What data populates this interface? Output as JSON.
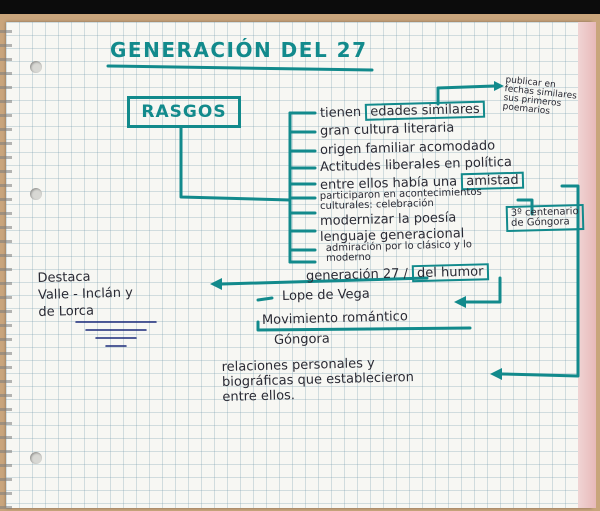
{
  "title": "GENERACIÓN DEL 27",
  "rasgos_label": "RASGOS",
  "features": [
    {
      "text": "tienen",
      "boxed": "edades similares"
    },
    {
      "text": "gran cultura literaria"
    },
    {
      "text": "origen familiar acomodado"
    },
    {
      "text": "Actitudes liberales en política"
    },
    {
      "text": "entre ellos había una",
      "boxed": "amistad"
    },
    {
      "text": "participaron en acontecimientos culturales: celebración"
    },
    {
      "text": "modernizar la poesía"
    },
    {
      "text": "lenguaje generacional"
    },
    {
      "text": "admiración por lo clásico y lo moderno"
    },
    {
      "text": "generación 27 /",
      "boxed": "del humor"
    }
  ],
  "annotations": {
    "publicar": [
      "publicar en",
      "fechas similares",
      "sus primeros",
      "poemarios"
    ],
    "centenario": [
      "3º centenario",
      "de Góngora"
    ],
    "relaciones": [
      "relaciones personales y",
      "biográficas que establecieron",
      "entre ellos."
    ]
  },
  "destaca": [
    "Destaca",
    "Valle - Inclán y",
    "de Lorca"
  ],
  "influences": {
    "lope": "Lope de Vega",
    "movimiento": "Movimiento romántico",
    "gongora": "Góngora"
  },
  "colors": {
    "ink_teal": "#128a8c",
    "ink_dark": "#2a2a34",
    "paper": "#f7f7f3",
    "grid": "#96aab4",
    "desk": "#c9a57c",
    "backdrop": "#b9e2f0"
  }
}
